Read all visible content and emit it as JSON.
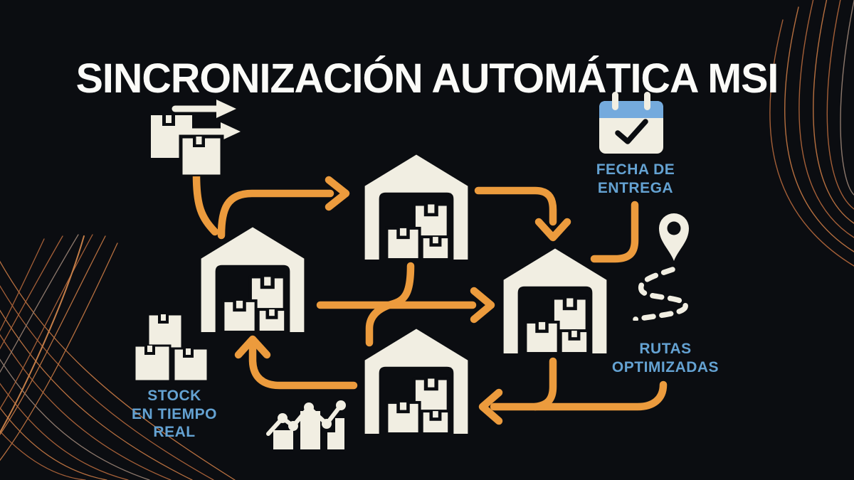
{
  "title": "SINCRONIZACIÓN AUTOMÁTICA MSI",
  "labels": {
    "fecha_entrega": "FECHA DE\nENTREGA",
    "rutas_optimizadas": "RUTAS\nOPTIMIZADAS",
    "stock_tiempo_real": "STOCK\nEN TIEMPO\nREAL"
  },
  "colors": {
    "background": "#0b0d11",
    "cream": "#f1eee2",
    "arrow_orange": "#ec9b3d",
    "label_blue": "#64a2d2",
    "calendar_blue": "#74aadd",
    "decor_line_orange": "#b5683c",
    "decor_line_tan": "#9b8476"
  },
  "icons": {
    "incoming_shipment": "boxes-with-arrows-icon",
    "warehouse_left": "warehouse-icon",
    "warehouse_top": "warehouse-icon",
    "warehouse_right": "warehouse-icon",
    "warehouse_bottom": "warehouse-icon",
    "delivery_date": "calendar-check-icon",
    "routes": "location-pin-route-icon",
    "stock": "stacked-boxes-icon",
    "analytics": "bar-line-chart-icon"
  }
}
